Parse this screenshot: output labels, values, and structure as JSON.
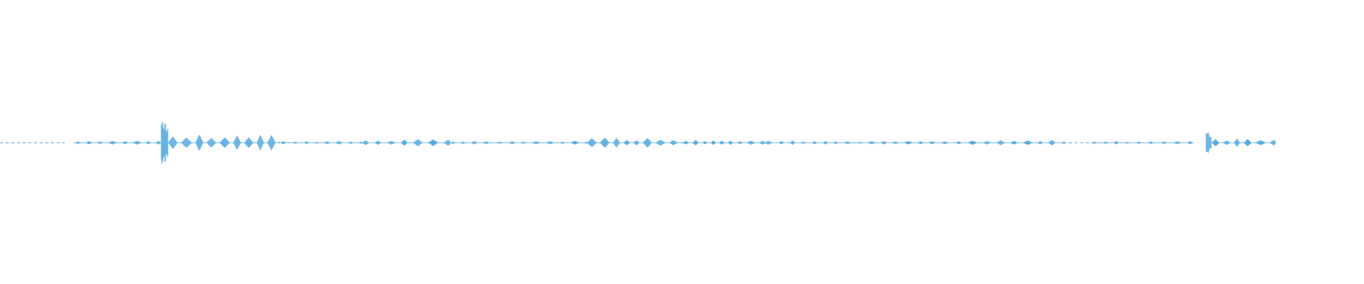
{
  "waveform": {
    "color": "#5aacdf",
    "background": "#ffffff",
    "envelope_segments": [
      {
        "start": 0.0,
        "end": 0.047,
        "amp": 0.02,
        "pattern": "dash"
      },
      {
        "start": 0.047,
        "end": 0.054,
        "amp": 0.0,
        "pattern": "gap"
      },
      {
        "start": 0.054,
        "end": 0.118,
        "amp": 0.08,
        "pattern": "bursts"
      },
      {
        "start": 0.118,
        "end": 0.123,
        "amp": 1.0,
        "pattern": "transient"
      },
      {
        "start": 0.123,
        "end": 0.205,
        "amp": 0.28,
        "pattern": "bursts"
      },
      {
        "start": 0.205,
        "end": 0.265,
        "amp": 0.06,
        "pattern": "bursts"
      },
      {
        "start": 0.265,
        "end": 0.33,
        "amp": 0.12,
        "pattern": "bursts"
      },
      {
        "start": 0.33,
        "end": 0.43,
        "amp": 0.07,
        "pattern": "bursts"
      },
      {
        "start": 0.43,
        "end": 0.5,
        "amp": 0.18,
        "pattern": "bursts"
      },
      {
        "start": 0.5,
        "end": 0.56,
        "amp": 0.1,
        "pattern": "bursts"
      },
      {
        "start": 0.56,
        "end": 0.61,
        "amp": 0.08,
        "pattern": "bursts"
      },
      {
        "start": 0.61,
        "end": 0.7,
        "amp": 0.06,
        "pattern": "bursts"
      },
      {
        "start": 0.7,
        "end": 0.78,
        "amp": 0.09,
        "pattern": "bursts"
      },
      {
        "start": 0.78,
        "end": 0.8,
        "amp": 0.03,
        "pattern": "dash"
      },
      {
        "start": 0.8,
        "end": 0.875,
        "amp": 0.06,
        "pattern": "bursts"
      },
      {
        "start": 0.875,
        "end": 0.884,
        "amp": 0.0,
        "pattern": "gap"
      },
      {
        "start": 0.884,
        "end": 0.888,
        "amp": 0.5,
        "pattern": "transient"
      },
      {
        "start": 0.888,
        "end": 0.935,
        "amp": 0.16,
        "pattern": "bursts"
      }
    ]
  }
}
